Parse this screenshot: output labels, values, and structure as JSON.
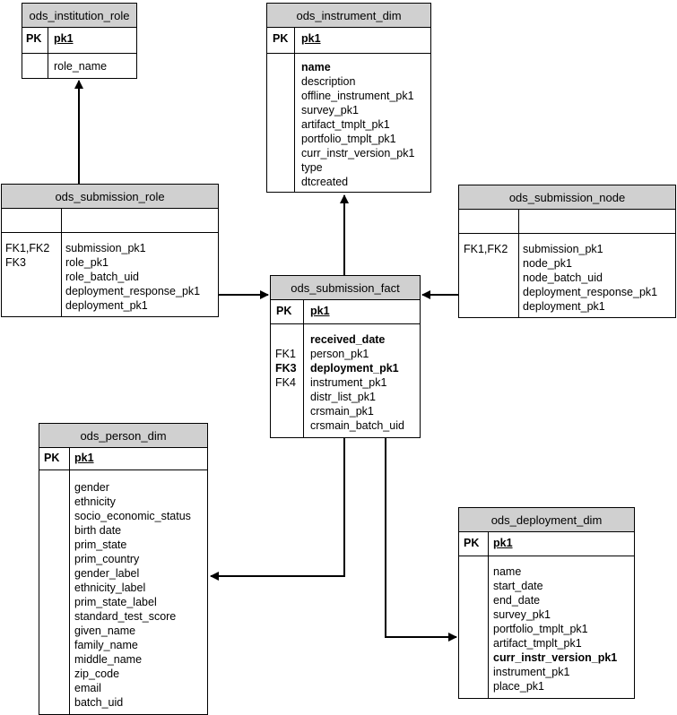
{
  "tables": {
    "institution_role": {
      "name": "ods_institution_role",
      "pk_label": "PK",
      "pk_field": "pk1",
      "keys": [],
      "fields": [
        "role_name"
      ]
    },
    "instrument_dim": {
      "name": "ods_instrument_dim",
      "pk_label": "PK",
      "pk_field": "pk1",
      "keys": [],
      "fields": [
        "name",
        "description",
        "offline_instrument_pk1",
        "survey_pk1",
        "artifact_tmplt_pk1",
        "portfolio_tmplt_pk1",
        "curr_instr_version_pk1",
        "type",
        "dtcreated"
      ]
    },
    "submission_role": {
      "name": "ods_submission_role",
      "keys": [
        "FK1,FK2",
        "FK3"
      ],
      "fields": [
        "submission_pk1",
        "role_pk1",
        "role_batch_uid",
        "deployment_response_pk1",
        "deployment_pk1"
      ]
    },
    "submission_node": {
      "name": "ods_submission_node",
      "keys": [
        "FK1,FK2"
      ],
      "fields": [
        "submission_pk1",
        "node_pk1",
        "node_batch_uid",
        "deployment_response_pk1",
        "deployment_pk1"
      ]
    },
    "submission_fact": {
      "name": "ods_submission_fact",
      "pk_label": "PK",
      "pk_field": "pk1",
      "keys": [
        "",
        "FK1",
        "FK3",
        "FK4"
      ],
      "fields": [
        "received_date",
        "person_pk1",
        "deployment_pk1",
        "instrument_pk1",
        "distr_list_pk1",
        "crsmain_pk1",
        "crsmain_batch_uid"
      ]
    },
    "person_dim": {
      "name": "ods_person_dim",
      "pk_label": "PK",
      "pk_field": "pk1",
      "keys": [],
      "fields": [
        "gender",
        "ethnicity",
        "socio_economic_status",
        "birth date",
        "prim_state",
        "prim_country",
        "gender_label",
        "ethnicity_label",
        "prim_state_label",
        "standard_test_score",
        "given_name",
        "family_name",
        "middle_name",
        "zip_code",
        "email",
        "batch_uid"
      ]
    },
    "deployment_dim": {
      "name": "ods_deployment_dim",
      "pk_label": "PK",
      "pk_field": "pk1",
      "keys": [],
      "fields": [
        "name",
        "start_date",
        "end_date",
        "survey_pk1",
        "portfolio_tmplt_pk1",
        "artifact_tmplt_pk1",
        "curr_instr_version_pk1",
        "instrument_pk1",
        "place_pk1"
      ]
    }
  }
}
